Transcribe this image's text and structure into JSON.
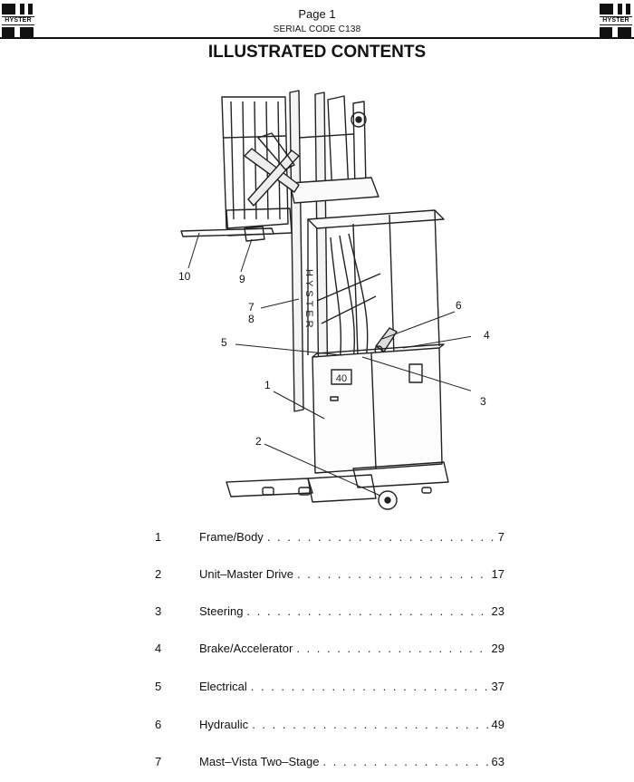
{
  "header": {
    "logo_text": "HYSTER",
    "page": "Page 1",
    "serial": "SERIAL CODE C138"
  },
  "title": "ILLUSTRATED CONTENTS",
  "illustration": {
    "mast_lettering": "HYSTER",
    "battery_label": "40",
    "callouts": [
      "10",
      "9",
      "7",
      "8",
      "6",
      "5",
      "4",
      "1",
      "3",
      "2"
    ]
  },
  "contents": [
    {
      "num": "1",
      "label": "Frame/Body",
      "page": "7"
    },
    {
      "num": "2",
      "label": "Unit–Master Drive",
      "page": "17"
    },
    {
      "num": "3",
      "label": "Steering",
      "page": "23"
    },
    {
      "num": "4",
      "label": "Brake/Accelerator",
      "page": "29"
    },
    {
      "num": "5",
      "label": "Electrical",
      "page": "37"
    },
    {
      "num": "6",
      "label": "Hydraulic",
      "page": "49"
    },
    {
      "num": "7",
      "label": "Mast–Vista Two–Stage",
      "page": "63"
    }
  ]
}
